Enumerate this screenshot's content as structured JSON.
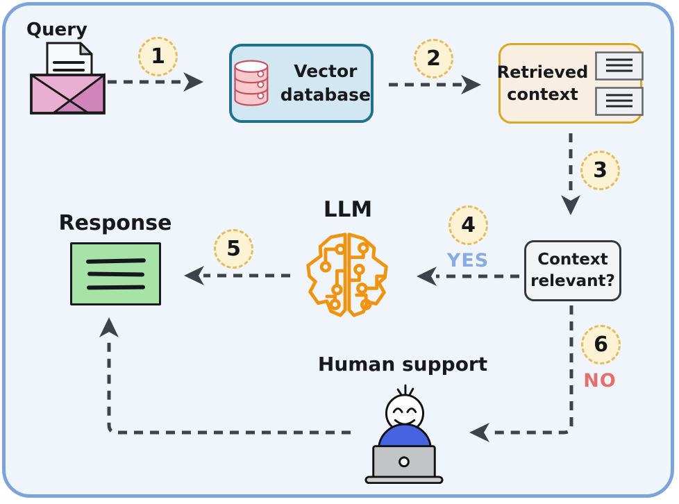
{
  "canvas": {
    "background": "#f0f4fb",
    "border_color": "#7da2dc"
  },
  "nodes": {
    "query": {
      "label": "Query",
      "icon": "envelope-document-icon"
    },
    "vector_database": {
      "line1": "Vector",
      "line2": "database",
      "icon": "database-cylinder-icon",
      "fill": "#d3e7f3",
      "border": "#1d7291"
    },
    "retrieved_context": {
      "line1": "Retrieved",
      "line2": "context",
      "icon": "document-stack-icon",
      "fill": "#f8eee1",
      "border": "#d9a627"
    },
    "context_relevant": {
      "line1": "Context",
      "line2": "relevant?",
      "fill": "#f2f3f5",
      "border": "#34383e"
    },
    "llm": {
      "label": "LLM",
      "icon": "circuit-brain-icon",
      "icon_color": "#f0930f"
    },
    "response": {
      "label": "Response",
      "icon": "text-lines-icon",
      "fill": "#a7e3a7"
    },
    "human_support": {
      "label": "Human support",
      "icon": "person-laptop-icon",
      "shirt_color": "#4664e0"
    }
  },
  "badges": [
    {
      "number": "1"
    },
    {
      "number": "2"
    },
    {
      "number": "3"
    },
    {
      "number": "4"
    },
    {
      "number": "5"
    },
    {
      "number": "6"
    }
  ],
  "branch_labels": {
    "yes": {
      "text": "YES",
      "color": "#8aabe0"
    },
    "no": {
      "text": "NO",
      "color": "#e2706d"
    }
  },
  "colors": {
    "arrow": "#3e434b",
    "badge_fill": "#fcf3d4",
    "badge_border": "#e3bc66"
  }
}
